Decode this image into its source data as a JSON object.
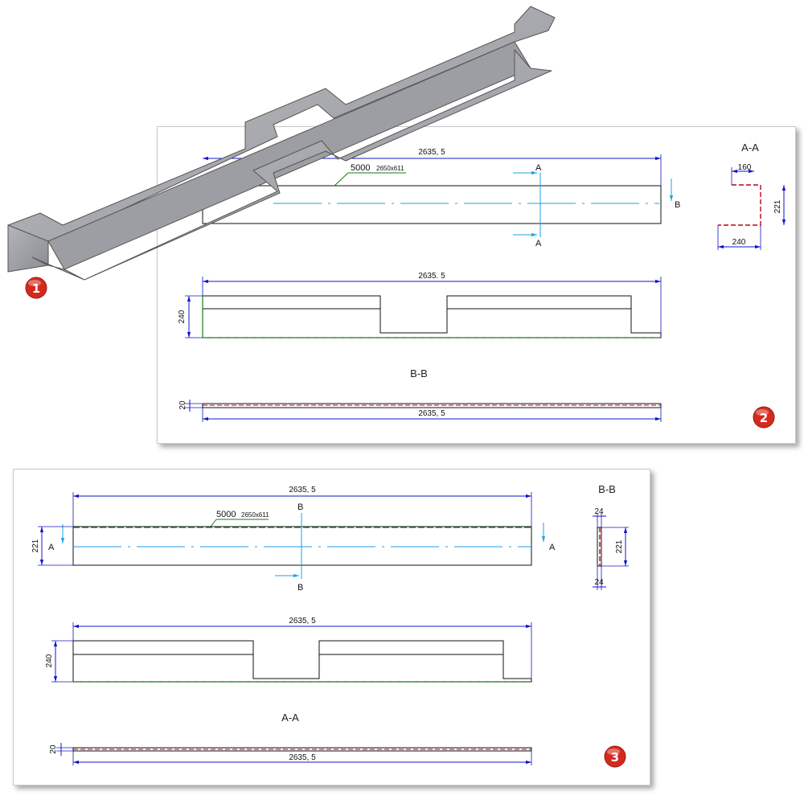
{
  "badges": {
    "one": "1",
    "two": "2",
    "three": "3"
  },
  "drawing2": {
    "dim_length_top": "2635, 5",
    "dim_length_mid": "2635. 5",
    "dim_length_bottom": "2635, 5",
    "weld_number": "5000",
    "weld_size": "2650x611",
    "cut_label_a": "A",
    "cut_label_b": "B",
    "section_aa_title": "A-A",
    "sec_dim_top": "160",
    "sec_dim_height": "221",
    "sec_dim_bottom": "240",
    "dim_height_mid": "240",
    "section_bb_title": "B-B",
    "dim_thickness": "20"
  },
  "drawing3": {
    "dim_length_top": "2635, 5",
    "dim_length_mid": "2635, 5",
    "dim_length_bottom": "2635, 5",
    "weld_number": "5000",
    "weld_size": "2650x611",
    "cut_label_a": "A",
    "cut_label_b": "B",
    "dim_height_top": "221",
    "section_bb_title": "B-B",
    "sec_dim_top": "24",
    "sec_dim_height": "221",
    "sec_dim_bottom": "24",
    "dim_height_mid": "240",
    "section_aa_title": "A-A",
    "dim_thickness": "20"
  },
  "colors": {
    "dimension": "#1414c8",
    "centerline": "#1ea0e6",
    "hidden": "#1a7a1a",
    "section_edge": "#c0001a",
    "badge": "#d42a1e",
    "metal": "#a9abb0"
  }
}
